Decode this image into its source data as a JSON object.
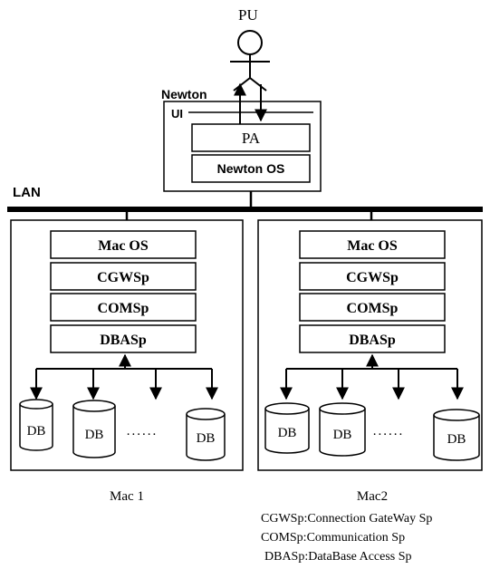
{
  "user": {
    "label": "PU"
  },
  "newton": {
    "title": "Newton",
    "ui_label": "UI",
    "pa_label": "PA",
    "os_label": "Newton OS"
  },
  "network": {
    "label": "LAN"
  },
  "macs": [
    {
      "name": "Mac 1",
      "layers": [
        "Mac OS",
        "CGWSp",
        "COMSp",
        "DBASp"
      ],
      "databases": [
        "DB",
        "DB",
        "DB"
      ],
      "ellipsis": "......"
    },
    {
      "name": "Mac2",
      "layers": [
        "Mac OS",
        "CGWSp",
        "COMSp",
        "DBASp"
      ],
      "databases": [
        "DB",
        "DB",
        "DB"
      ],
      "ellipsis": "......"
    }
  ],
  "legend": [
    "CGWSp:Connection GateWay Sp",
    "COMSp:Communication Sp",
    "DBASp:DataBase Access Sp"
  ]
}
